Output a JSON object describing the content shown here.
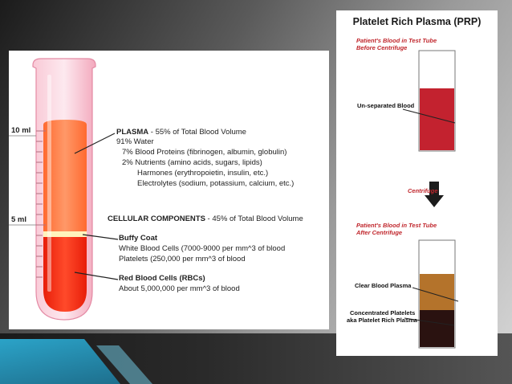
{
  "left_diagram": {
    "scale_10ml": "10 ml",
    "scale_5ml": "5 ml",
    "plasma_title": "PLASMA",
    "plasma_suffix": " - 55% of Total Blood Volume",
    "plasma_items": [
      "91%  Water",
      "7%  Blood Proteins (fibrinogen, albumin, globulin)",
      "2%  Nutrients (amino acids, sugars, lipids)",
      "Harmones (erythropoietin, insulin, etc.)",
      "Electrolytes (sodium, potassium, calcium, etc.)"
    ],
    "cellular_title": "CELLULAR COMPONENTS",
    "cellular_suffix": " - 45% of Total Blood Volume",
    "buffy_title": "Buffy Coat",
    "buffy_items": [
      "White Blood Cells (7000-9000 per mm^3 of blood",
      "Platelets (250,000 per mm^3 of blood"
    ],
    "rbc_title": "Red Blood Cells (RBCs)",
    "rbc_text": "About 5,000,000 per mm^3 of blood",
    "colors": {
      "plasma": "#ff7a45",
      "rbc": "#f02a12",
      "buffy": "#fff2b0",
      "tube": "#f6b6c8"
    }
  },
  "right_diagram": {
    "title": "Platelet Rich Plasma (PRP)",
    "before_caption": [
      "Patient's Blood in Test Tube",
      "Before Centrifuge"
    ],
    "unseparated_label": "Un-separated Blood",
    "centrifuge_label": "Centrifuge",
    "after_caption": [
      "Patient's Blood in Test Tube",
      "After Centrifuge"
    ],
    "clear_plasma_label": "Clear Blood Plasma",
    "concentrated_label": [
      "Concentrated Platelets",
      "aka Platelet Rich Plasma"
    ],
    "colors": {
      "blood": "#c3222f",
      "plasma": "#b4732b",
      "prp": "#2a1210",
      "accent": "#c0262c"
    }
  }
}
